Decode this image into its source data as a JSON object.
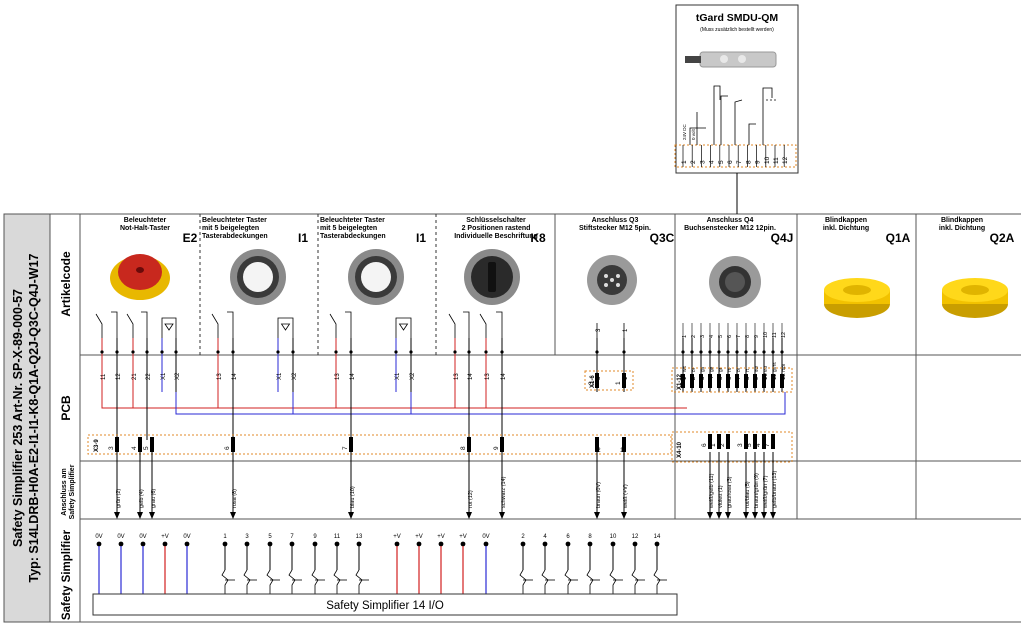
{
  "title_band": {
    "line1": "Safety Simplifier  253 Art-Nr. SP-X-89-000-57",
    "line2": "Typ: S14LDRB-H0A-E2-I1-I1-K8-Q1A-Q2J-Q3C-Q4J-W17"
  },
  "rows": {
    "artikelcode": "Artikelcode",
    "pcb": "PCB",
    "anschluss": "Anschluss am Safety Simplifier",
    "safety": "Safety Simplifier"
  },
  "tgard": {
    "title": "tGard SMDU-QM",
    "subtitle": "(Muss zusätzlich bestellt werden)",
    "pins": [
      "1",
      "2",
      "3",
      "4",
      "5",
      "6",
      "7",
      "8",
      "9",
      "10",
      "11",
      "12"
    ],
    "pin_labels": [
      "24V DC",
      "0 volt",
      "",
      "",
      "",
      "",
      "",
      "",
      "",
      "",
      "",
      ""
    ]
  },
  "modules": [
    {
      "id": "E2",
      "title": "Beleuchteter Not-Halt-Taster",
      "code": "E2"
    },
    {
      "id": "I1a",
      "title": "Beleuchteter Taster mit 5 beigelegten Tasterabdeckungen",
      "code": "I1"
    },
    {
      "id": "I1b",
      "title": "Beleuchteter Taster mit 5 beigelegten Tasterabdeckungen",
      "code": "I1"
    },
    {
      "id": "K8",
      "title": "Schlüsselschalter 2 Positionen rastend Individuelle Beschriftung",
      "code": "K8"
    },
    {
      "id": "Q3C",
      "title": "Anschluss Q3 Stiftstecker M12 5pin.",
      "code": "Q3C"
    },
    {
      "id": "Q4J",
      "title": "Anschluss Q4 Buchsenstecker M12 12pin.",
      "code": "Q4J"
    },
    {
      "id": "Q1A",
      "title": "Blindkappen inkl. Dichtung",
      "code": "Q1A"
    },
    {
      "id": "Q2A",
      "title": "Blindkappen inkl. Dichtung",
      "code": "Q2A"
    }
  ],
  "pcb_terminals": {
    "E2": [
      "11",
      "12",
      "21",
      "22",
      "X1",
      "X2"
    ],
    "I1a": [
      "13",
      "14",
      "X1",
      "X2"
    ],
    "I1b": [
      "13",
      "14",
      "X1",
      "X2"
    ],
    "K8": [
      "13",
      "14",
      "13",
      "14"
    ],
    "Q3C": [
      "3",
      "1"
    ],
    "Q4J": [
      "1",
      "2",
      "3",
      "4",
      "5",
      "6",
      "7",
      "8",
      "9",
      "10",
      "11",
      "12"
    ]
  },
  "groups": {
    "x3": {
      "label": "X3-9",
      "pins": [
        "3",
        "4",
        "5",
        "6",
        "7",
        "8",
        "9"
      ]
    },
    "x1": {
      "label": "X1-6",
      "pins": [
        "3",
        "1"
      ]
    },
    "x112": {
      "label": "X1-12"
    },
    "x4": {
      "label": "X4-10",
      "pins": [
        "6",
        "1",
        "2",
        "3",
        "5",
        "4",
        "7"
      ]
    }
  },
  "q4_colors": [
    "ws",
    "br",
    "gn",
    "ge",
    "gr",
    "rs",
    "bl",
    "rt",
    "sw",
    "vio",
    "gr/rs",
    "rt/bl"
  ],
  "wires": [
    {
      "label": "grün (2)",
      "color": "#000000"
    },
    {
      "label": "gelb (4)",
      "color": "#000000"
    },
    {
      "label": "grau (6)",
      "color": "#000000"
    },
    {
      "label": "rosa (8)",
      "color": "#000000"
    },
    {
      "label": "blau (10)",
      "color": "#000000"
    },
    {
      "label": "rot (12)",
      "color": "#000000"
    },
    {
      "label": "schwarz (14)",
      "color": "#000000"
    },
    {
      "label": "braun (0V)",
      "color": "#000000"
    },
    {
      "label": "weiß (+V)",
      "color": "#000000"
    },
    {
      "label": "weiß/gelb (11)",
      "color": "#000000"
    },
    {
      "label": "violett (1)",
      "color": "#000000"
    },
    {
      "label": "grau/rosa (3)",
      "color": "#000000"
    },
    {
      "label": "rot/blau (5)",
      "color": "#000000"
    },
    {
      "label": "braun/grün (9)",
      "color": "#000000"
    },
    {
      "label": "weiß/grün (7)",
      "color": "#000000"
    },
    {
      "label": "gelb/braun (13)",
      "color": "#000000"
    }
  ],
  "ss_terminals": [
    "0V",
    "0V",
    "0V",
    "+V",
    "0V",
    "1",
    "3",
    "5",
    "7",
    "9",
    "11",
    "13",
    "+V",
    "+V",
    "+V",
    "+V",
    "0V",
    "2",
    "4",
    "6",
    "8",
    "10",
    "12",
    "14"
  ],
  "ss_box_label": "Safety Simplifier 14 I/O",
  "colors": {
    "red": "#d22020",
    "blue": "#2a2ad6",
    "orange": "#e08a2a",
    "yellow": "#f2c200",
    "grid": "#888888"
  }
}
